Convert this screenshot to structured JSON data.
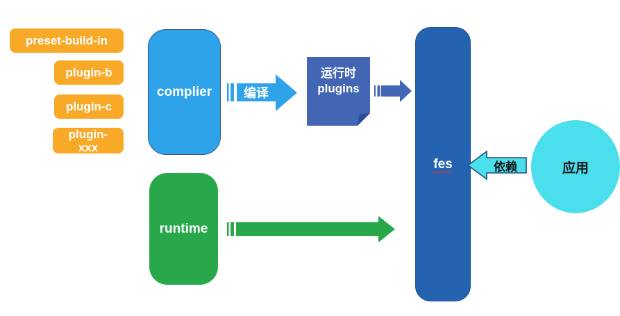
{
  "diagram": {
    "plugin_pills": [
      {
        "label": "preset-build-in"
      },
      {
        "label": "plugin-b"
      },
      {
        "label": "plugin-c"
      },
      {
        "label": "plugin-xxx"
      }
    ],
    "compiler_block": {
      "label": "complier"
    },
    "runtime_block": {
      "label": "runtime"
    },
    "runtime_plugins_note": {
      "line1": "运行时",
      "line2": "plugins"
    },
    "fes_column": {
      "label": "fes"
    },
    "app_ellipse": {
      "label": "应用"
    },
    "compile_arrow": {
      "label": "编译"
    },
    "depends_arrow": {
      "label": "依赖"
    },
    "colors": {
      "pill_orange": "#F8A928",
      "compiler_sky_blue": "#2EA3E9",
      "note_indigo_blue": "#4366B4",
      "fes_dark_blue": "#2363B0",
      "runtime_green": "#28A74B",
      "app_cyan": "#4BDFEE",
      "depends_arrow_outline": "#1F4E79",
      "spellcheck_red": "#FF2A2A",
      "text_white": "#FFFFFF",
      "text_black": "#151515"
    }
  }
}
